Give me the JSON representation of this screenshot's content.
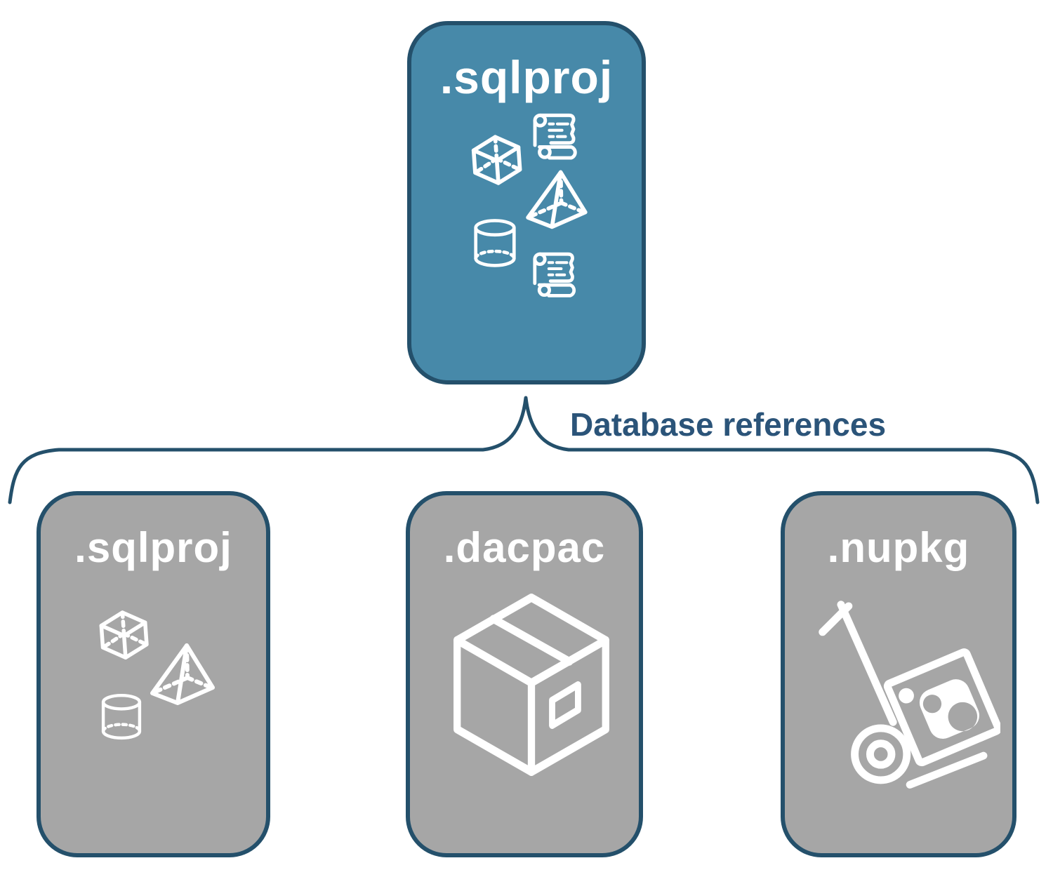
{
  "title": "SQL project database references diagram",
  "top_box": {
    "label": ".sqlproj",
    "icons": [
      "scroll-icon",
      "cube-icon",
      "pyramid-icon",
      "cylinder-icon",
      "scroll-icon"
    ]
  },
  "connector": {
    "label": "Database references"
  },
  "bottom_boxes": [
    {
      "id": "sqlproj",
      "label": ".sqlproj",
      "icons": [
        "cube-icon",
        "pyramid-icon",
        "cylinder-icon"
      ]
    },
    {
      "id": "dacpac",
      "label": ".dacpac",
      "icons": [
        "package-box-icon"
      ]
    },
    {
      "id": "nupkg",
      "label": ".nupkg",
      "icons": [
        "hand-truck-icon",
        "nuget-logo-icon"
      ]
    }
  ],
  "colors": {
    "teal_fill": "#4789A9",
    "navy_stroke": "#24506B",
    "gray_fill": "#A6A6A6",
    "box_label_text": "#FFFFFF",
    "connector_text": "#2B5479",
    "icon_stroke": "#FFFFFF",
    "background": "#FFFFFF"
  }
}
